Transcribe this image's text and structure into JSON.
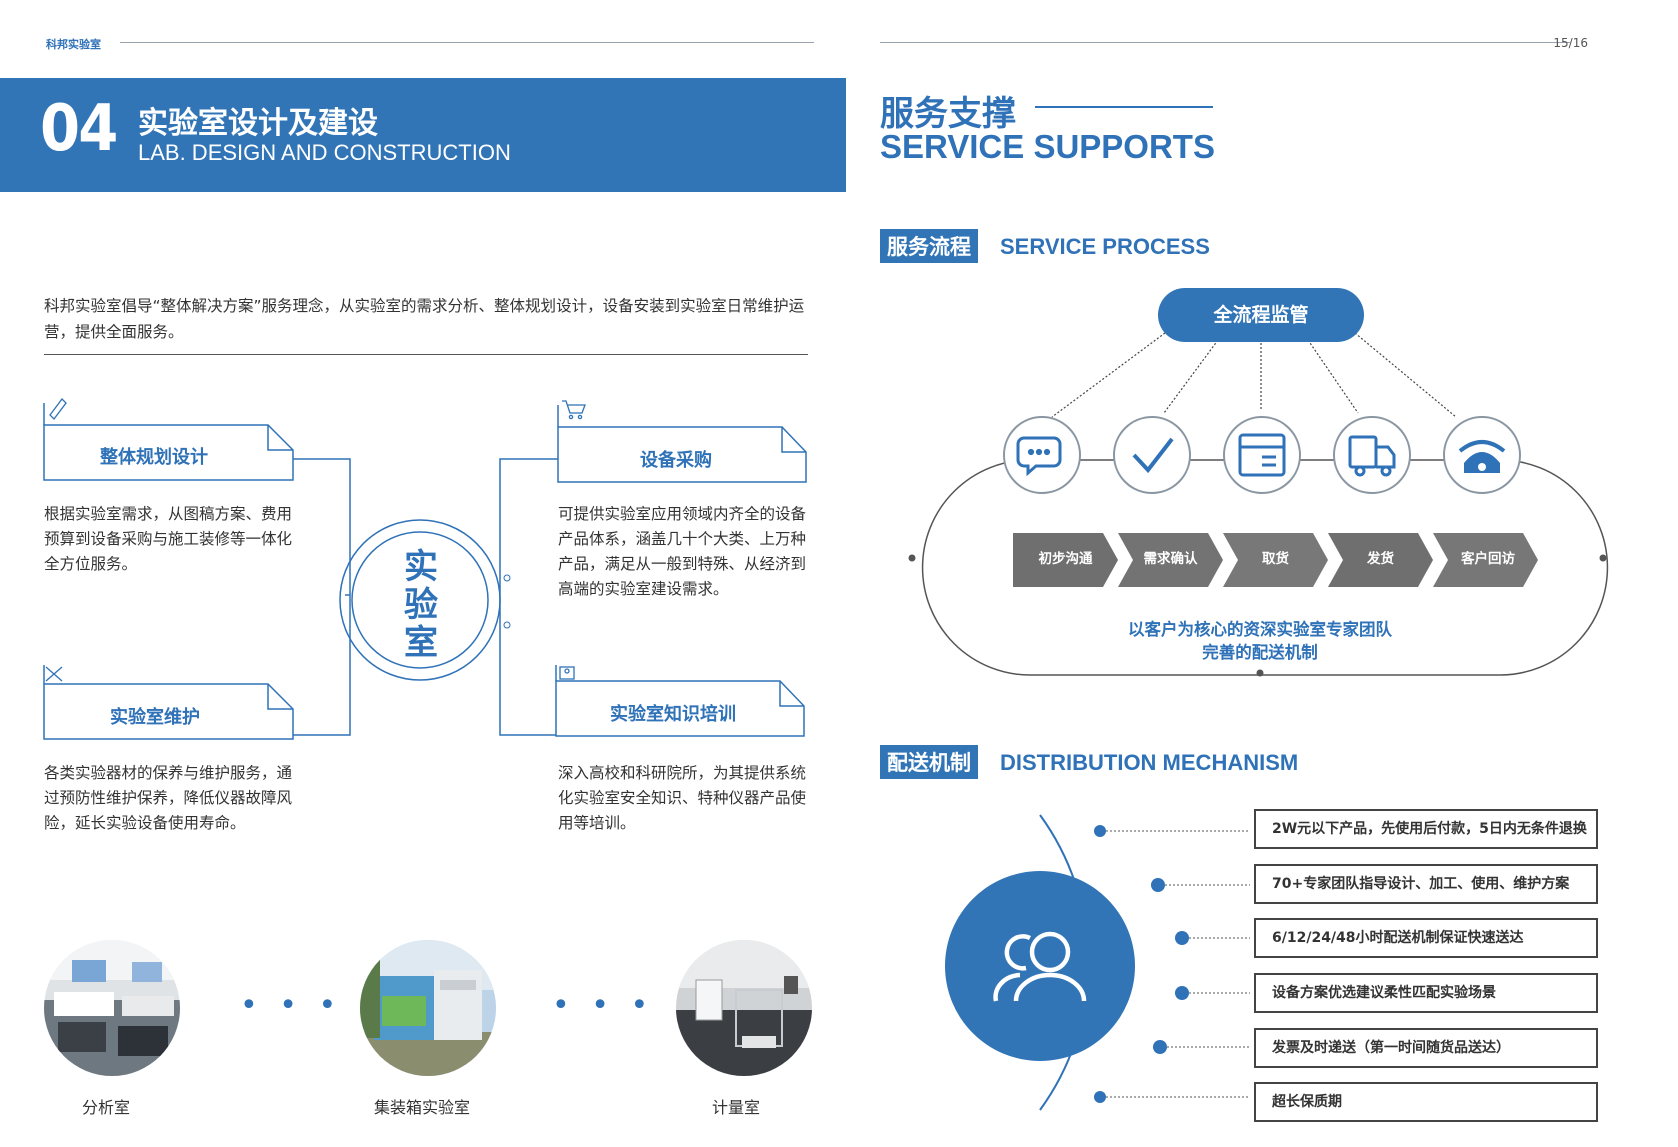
{
  "header": {
    "brand": "科邦实验室",
    "page": "15/16"
  },
  "left": {
    "section_number": "04",
    "section_title_cn": "实验室设计及建设",
    "section_title_en": "LAB. DESIGN AND CONSTRUCTION",
    "intro": "科邦实验室倡导“整体解决方案”服务理念，从实验室的需求分析、整体规划设计，设备安装到实验室日常维护运营，提供全面服务。",
    "center_label": "实验室",
    "services": [
      {
        "title": "整体规划设计",
        "desc": "根据实验室需求，从图稿方案、费用预算到设备采购与施工装修等一体化全方位服务。"
      },
      {
        "title": "设备采购",
        "desc": "可提供实验室应用领域内齐全的设备产品体系，涵盖几十个大类、上万种产品，满足从一般到特殊、从经济到高端的实验室建设需求。"
      },
      {
        "title": "实验室维护",
        "desc": "各类实验器材的保养与维护服务，通过预防性维护保养，降低仪器故障风险，延长实验设备使用寿命。"
      },
      {
        "title": "实验室知识培训",
        "desc": "深入高校和科研院所，为其提供系统化实验室安全知识、特种仪器产品使用等培训。"
      }
    ],
    "photos": [
      {
        "caption": "分析室"
      },
      {
        "caption": "集装箱实验室"
      },
      {
        "caption": "计量室"
      }
    ],
    "dots": "• • •"
  },
  "right": {
    "title_cn": "服务支撑",
    "title_en": "SERVICE SUPPORTS",
    "process": {
      "tag_cn": "服务流程",
      "tag_en": "SERVICE PROCESS",
      "top_label": "全流程监管",
      "steps": [
        "初步沟通",
        "需求确认",
        "取货",
        "发货",
        "客户回访"
      ],
      "icons": [
        "chat-icon",
        "check-icon",
        "box-icon",
        "truck-icon",
        "phone-icon"
      ],
      "bottom_line1": "以客户为核心的资深实验室专家团队",
      "bottom_line2": "完善的配送机制"
    },
    "mechanism": {
      "tag_cn": "配送机制",
      "tag_en": "DISTRIBUTION MECHANISM",
      "icon": "users-icon",
      "items": [
        "2W元以下产品，先使用后付款，5日内无条件退换",
        "70+专家团队指导设计、加工、使用、维护方案",
        "6/12/24/48小时配送机制保证快速送达",
        "设备方案优选建议柔性匹配实验场景",
        "发票及时递送（第一时间随货品送达）",
        "超长保质期"
      ]
    }
  },
  "colors": {
    "primary": "#3275b7",
    "arrow": "#6f6f6f",
    "text": "#333333"
  }
}
